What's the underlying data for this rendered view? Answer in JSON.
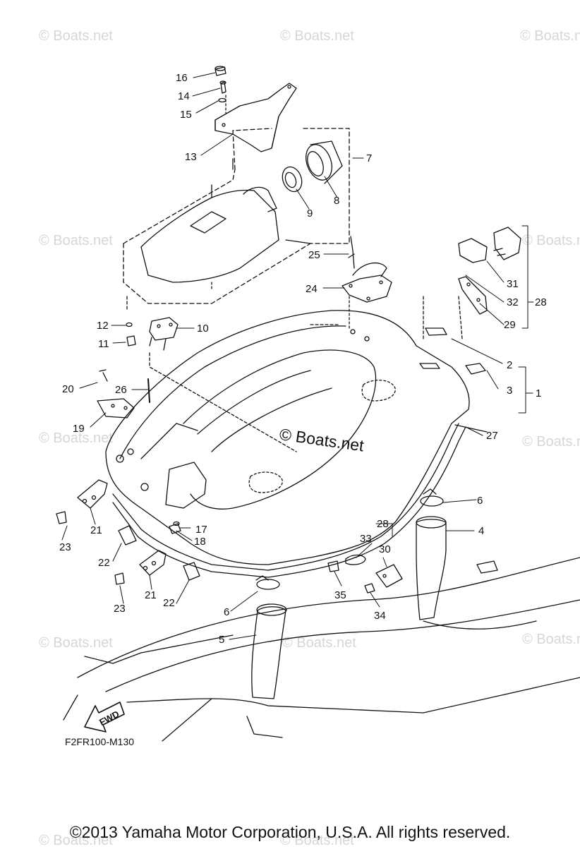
{
  "watermark": "© Boats.net",
  "center_watermark": "© Boats.net",
  "diagram_code": "F2FR100-M130",
  "fwd_label": "FWD",
  "copyright": "©2013 Yamaha Motor Corporation, U.S.A. All rights reserved.",
  "callouts": {
    "c1": "1",
    "c2": "2",
    "c3": "3",
    "c4": "4",
    "c5": "5",
    "c6a": "6",
    "c6b": "6",
    "c7": "7",
    "c8": "8",
    "c9": "9",
    "c10": "10",
    "c11": "11",
    "c12": "12",
    "c13": "13",
    "c14": "14",
    "c15": "15",
    "c16": "16",
    "c17": "17",
    "c18": "18",
    "c19": "19",
    "c20": "20",
    "c21a": "21",
    "c21b": "21",
    "c22a": "22",
    "c22b": "22",
    "c23a": "23",
    "c23b": "23",
    "c24": "24",
    "c25": "25",
    "c26": "26",
    "c27": "27",
    "c28a": "28",
    "c28b": "28",
    "c29": "29",
    "c30": "30",
    "c31": "31",
    "c32": "32",
    "c33": "33",
    "c34": "34",
    "c35": "35"
  }
}
